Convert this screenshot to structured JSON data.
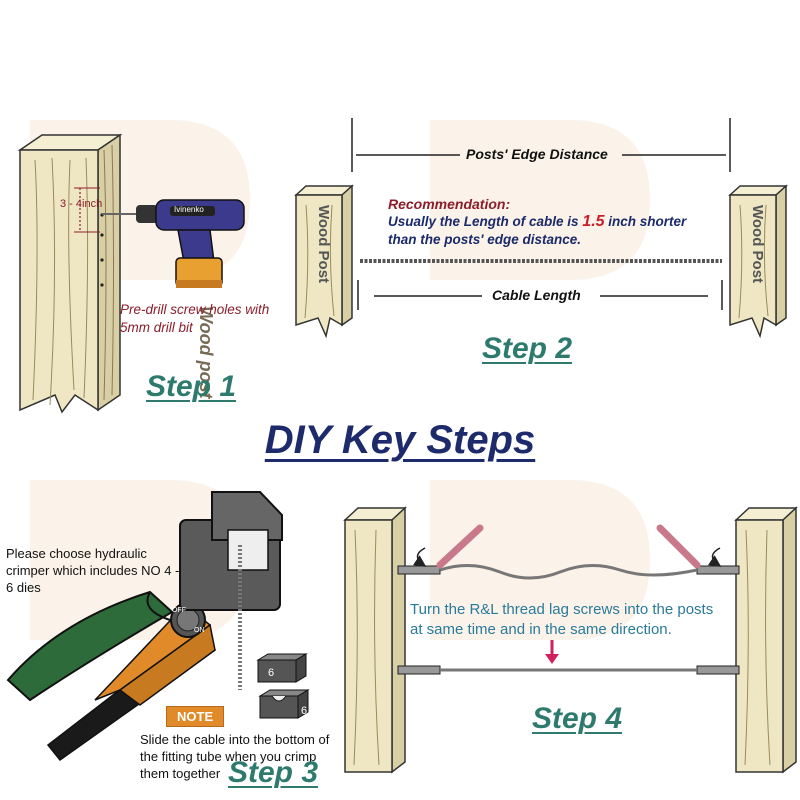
{
  "title": "DIY Key Steps",
  "step1": {
    "label": "Step 1",
    "post_text": "Wood post",
    "measure": "3 - 4inch",
    "note_line1": "Pre-drill screw holes with",
    "note_line2": "5mm drill bit",
    "drill_brand": "Ivinenko"
  },
  "step2": {
    "label": "Step 2",
    "post_left_text": "Wood Post",
    "post_right_text": "Wood Post",
    "edge_distance_label": "Posts' Edge Distance",
    "cable_length_label": "Cable Length",
    "recommendation_title": "Recommendation:",
    "rec_line1_before": "Usually the Length of cable is ",
    "rec_value": "1.5",
    "rec_line1_after": " inch shorter",
    "rec_line2": "than the posts' edge distance."
  },
  "step3": {
    "label": "Step 3",
    "choose_line1": "Please choose hydraulic",
    "choose_line2": "crimper which includes NO 4 -",
    "choose_line3": "6 dies",
    "die_top": "6",
    "die_bottom": "6",
    "valve_off": "OFF",
    "valve_on": "ON",
    "note_badge": "NOTE",
    "note_line1": "Slide the cable into the bottom of",
    "note_line2": "the fitting tube when you crimp",
    "note_line3": "them together"
  },
  "step4": {
    "label": "Step 4",
    "turn_line1": "Turn the R&L thread lag screws into the posts",
    "turn_line2": "at same time and in the same direction."
  },
  "colors": {
    "wood": "#f0e8c6",
    "wood_line": "#8a7a52",
    "step_green": "#2e7b6d",
    "title_navy": "#1d2a6b",
    "crimper_orange": "#e08a2a",
    "handle_green": "#2e6b3a",
    "accent_red": "#c81e2a",
    "drill_purple": "#3c3a8c"
  }
}
